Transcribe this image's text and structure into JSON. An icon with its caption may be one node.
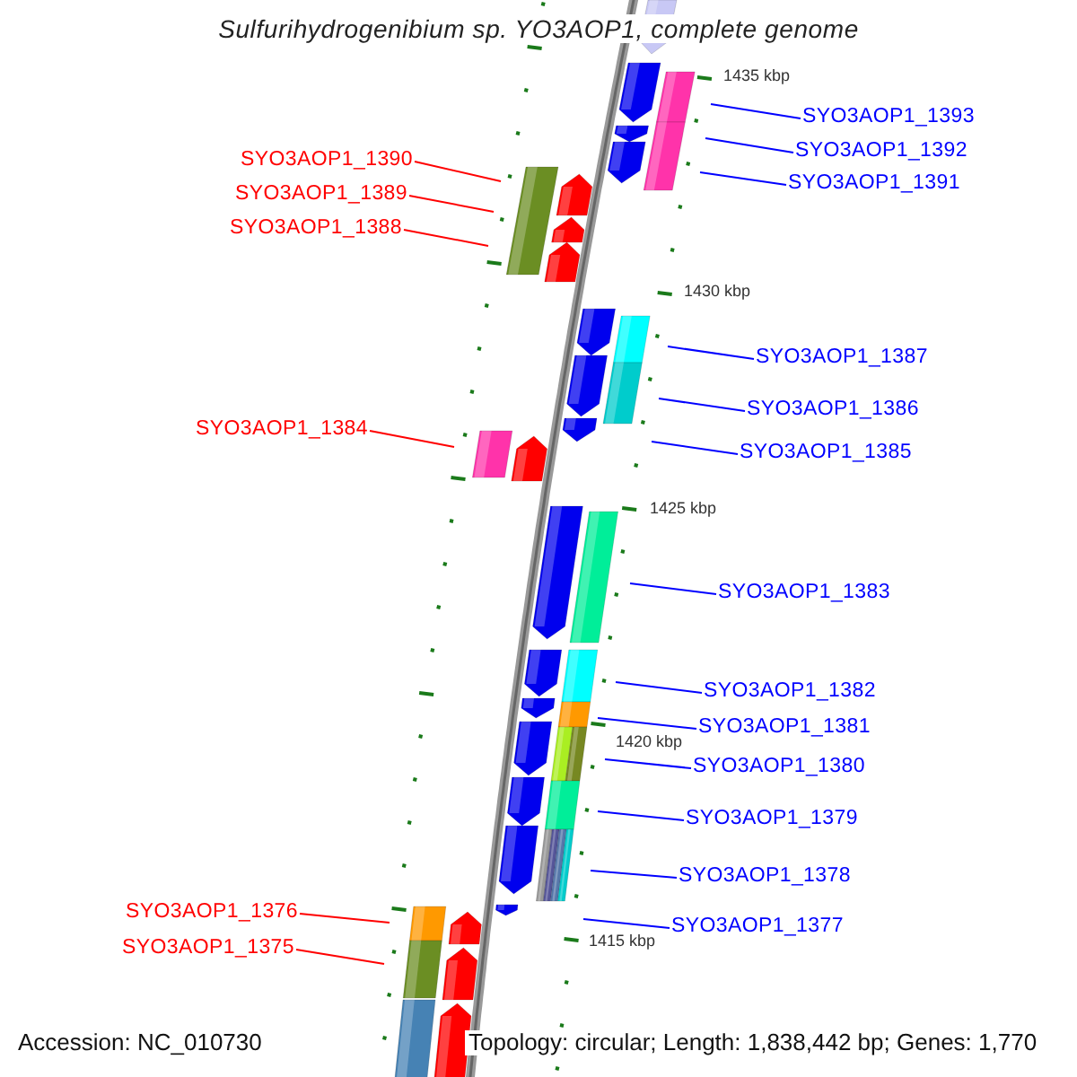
{
  "diagram": {
    "title": "Sulfurihydrogenibium sp. YO3AOP1, complete genome",
    "nodes": [
      {
        "text": [
          "SYO3AOP1_1393"
        ]
      },
      {
        "text": [
          "SYO3AOP1_1392"
        ]
      },
      {
        "text": [
          "SYO3AOP1_1390"
        ]
      },
      {
        "text": [
          "SYO3AOP1_1391"
        ]
      },
      {
        "text": [
          "SYO3AOP1_1389"
        ]
      },
      {
        "text": [
          "SYO3AOP1_1388"
        ]
      },
      {
        "text": [
          "SYO3AOP1_1387"
        ]
      },
      {
        "text": [
          "SYO3AOP1_1386"
        ]
      },
      {
        "text": [
          "SYO3AOP1_1384"
        ]
      },
      {
        "text": [
          "SYO3AOP1_1385"
        ]
      },
      {
        "text": [
          "SYO3AOP1_1383"
        ]
      },
      {
        "text": [
          "SYO3AOP1_1382"
        ]
      },
      {
        "text": [
          "SYO3AOP1_1381"
        ]
      },
      {
        "text": [
          "SYO3AOP1_1380"
        ]
      },
      {
        "text": [
          "SYO3AOP1_1379"
        ]
      },
      {
        "text": [
          "SYO3AOP1_1378"
        ]
      },
      {
        "text": [
          "SYO3AOP1_1376"
        ]
      },
      {
        "text": [
          "SYO3AOP1_1377"
        ]
      },
      {
        "text": [
          "SYO3AOP1_1375"
        ]
      }
    ],
    "edges": [
      {
        "from": 0,
        "to": null,
        "arrow": "none"
      },
      {
        "from": 1,
        "to": null,
        "arrow": "none"
      },
      {
        "from": 2,
        "to": null,
        "arrow": "none",
        "color": "#ff0000"
      },
      {
        "from": 3,
        "to": null,
        "arrow": "none"
      },
      {
        "from": 4,
        "to": null,
        "arrow": "none",
        "color": "#ff0000"
      },
      {
        "from": 5,
        "to": null,
        "arrow": "none",
        "color": "#ff0000"
      },
      {
        "from": 6,
        "to": null,
        "arrow": "none"
      },
      {
        "from": 7,
        "to": null,
        "arrow": "none"
      },
      {
        "from": 8,
        "to": null,
        "arrow": "none",
        "color": "#ff0000"
      },
      {
        "from": 9,
        "to": null,
        "arrow": "none"
      },
      {
        "from": 10,
        "to": null,
        "arrow": "none"
      },
      {
        "from": 11,
        "to": null,
        "arrow": "none"
      },
      {
        "from": 12,
        "to": null,
        "arrow": "none"
      },
      {
        "from": 13,
        "to": null,
        "arrow": "none"
      },
      {
        "from": 14,
        "to": null,
        "arrow": "none"
      },
      {
        "from": 15,
        "to": null,
        "arrow": "none"
      },
      {
        "from": 16,
        "to": null,
        "arrow": "none",
        "color": "#ff0000"
      },
      {
        "from": 17,
        "to": null,
        "arrow": "none"
      },
      {
        "from": 18,
        "to": null,
        "arrow": "none",
        "color": "#ff0000"
      }
    ],
    "labels": [
      "1435 kbp",
      "1430 kbp",
      "1425 kbp",
      "1420 kbp",
      "1415 kbp",
      "Accession: NC_010730",
      "Topology: circular; Length: 1,838,442 bp; Genes: 1,770"
    ]
  }
}
